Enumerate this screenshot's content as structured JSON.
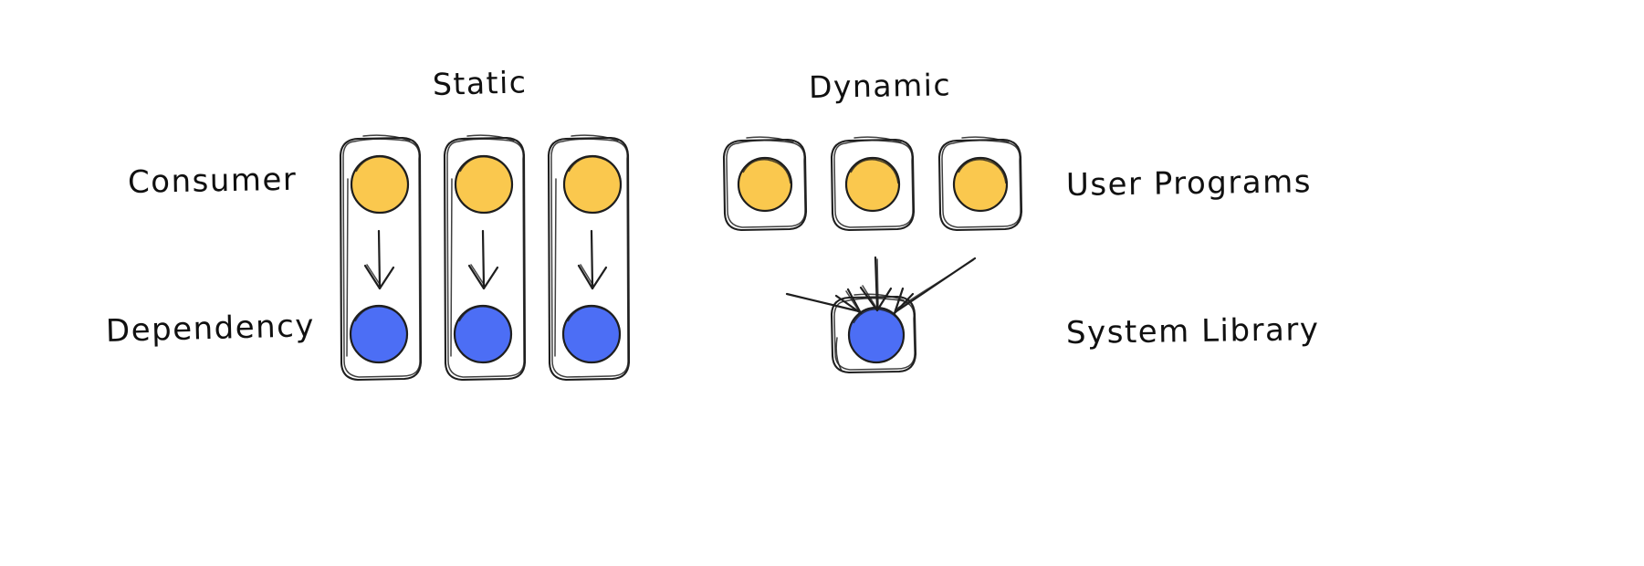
{
  "diagram": {
    "title_static": "Static",
    "title_dynamic": "Dynamic",
    "left_labels": {
      "row_top": "Consumer",
      "row_bottom": "Dependency"
    },
    "right_labels": {
      "row_top": "User Programs",
      "row_bottom": "System Library"
    },
    "style": {
      "background": "#ffffff",
      "stroke": "#1e1e1e",
      "consumer_fill": "#f9c martin",
      "consumer_color": "#fac84e",
      "dependency_color": "#4c6ef5",
      "text_color": "#101010"
    },
    "static_group": {
      "name": "Static",
      "columns": [
        {
          "consumer": "consumer-node",
          "dependency": "dependency-node",
          "arrow": "down-arrow"
        },
        {
          "consumer": "consumer-node",
          "dependency": "dependency-node",
          "arrow": "down-arrow"
        },
        {
          "consumer": "consumer-node",
          "dependency": "dependency-node",
          "arrow": "down-arrow"
        }
      ],
      "description": "Three independent containers, each bundling its own copy of the dependency"
    },
    "dynamic_group": {
      "name": "Dynamic",
      "programs": [
        {
          "id": "user-program-1",
          "color": "#fac84e"
        },
        {
          "id": "user-program-2",
          "color": "#fac84e"
        },
        {
          "id": "user-program-3",
          "color": "#fac84e"
        }
      ],
      "shared": {
        "id": "system-library",
        "color": "#4c6ef5"
      },
      "edges": [
        {
          "from": "user-program-1",
          "to": "system-library"
        },
        {
          "from": "user-program-2",
          "to": "system-library"
        },
        {
          "from": "user-program-3",
          "to": "system-library"
        }
      ],
      "description": "Three programs all link against one shared system library"
    }
  }
}
